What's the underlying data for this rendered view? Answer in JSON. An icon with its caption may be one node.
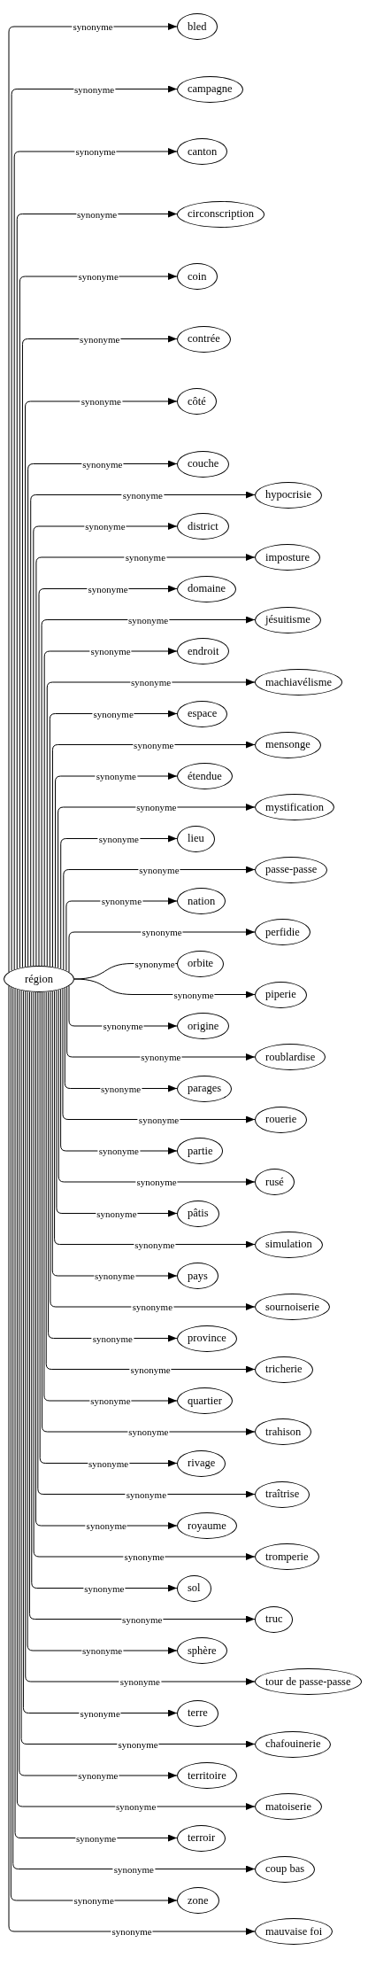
{
  "diagram": {
    "nodes": [
      {
        "text": [
          "région"
        ]
      },
      {
        "text": [
          "bled"
        ]
      },
      {
        "text": [
          "campagne"
        ]
      },
      {
        "text": [
          "canton"
        ]
      },
      {
        "text": [
          "circonscription"
        ]
      },
      {
        "text": [
          "coin"
        ]
      },
      {
        "text": [
          "contrée"
        ]
      },
      {
        "text": [
          "côté"
        ]
      },
      {
        "text": [
          "couche"
        ]
      },
      {
        "text": [
          "hypocrisie"
        ]
      },
      {
        "text": [
          "district"
        ]
      },
      {
        "text": [
          "imposture"
        ]
      },
      {
        "text": [
          "domaine"
        ]
      },
      {
        "text": [
          "jésuitisme"
        ]
      },
      {
        "text": [
          "endroit"
        ]
      },
      {
        "text": [
          "machiavélisme"
        ]
      },
      {
        "text": [
          "espace"
        ]
      },
      {
        "text": [
          "mensonge"
        ]
      },
      {
        "text": [
          "étendue"
        ]
      },
      {
        "text": [
          "mystification"
        ]
      },
      {
        "text": [
          "lieu"
        ]
      },
      {
        "text": [
          "passe-passe"
        ]
      },
      {
        "text": [
          "nation"
        ]
      },
      {
        "text": [
          "perfidie"
        ]
      },
      {
        "text": [
          "orbite"
        ]
      },
      {
        "text": [
          "piperie"
        ]
      },
      {
        "text": [
          "origine"
        ]
      },
      {
        "text": [
          "roublardise"
        ]
      },
      {
        "text": [
          "parages"
        ]
      },
      {
        "text": [
          "rouerie"
        ]
      },
      {
        "text": [
          "partie"
        ]
      },
      {
        "text": [
          "rusé"
        ]
      },
      {
        "text": [
          "pâtis"
        ]
      },
      {
        "text": [
          "simulation"
        ]
      },
      {
        "text": [
          "pays"
        ]
      },
      {
        "text": [
          "sournoiserie"
        ]
      },
      {
        "text": [
          "province"
        ]
      },
      {
        "text": [
          "tricherie"
        ]
      },
      {
        "text": [
          "quartier"
        ]
      },
      {
        "text": [
          "trahison"
        ]
      },
      {
        "text": [
          "rivage"
        ]
      },
      {
        "text": [
          "traîtrise"
        ]
      },
      {
        "text": [
          "royaume"
        ]
      },
      {
        "text": [
          "tromperie"
        ]
      },
      {
        "text": [
          "sol"
        ]
      },
      {
        "text": [
          "truc"
        ]
      },
      {
        "text": [
          "sphère"
        ]
      },
      {
        "text": [
          "tour de passe-passe"
        ]
      },
      {
        "text": [
          "terre"
        ]
      },
      {
        "text": [
          "chafouinerie"
        ]
      },
      {
        "text": [
          "territoire"
        ]
      },
      {
        "text": [
          "matoiserie"
        ]
      },
      {
        "text": [
          "terroir"
        ]
      },
      {
        "text": [
          "coup bas"
        ]
      },
      {
        "text": [
          "zone"
        ]
      },
      {
        "text": [
          "mauvaise foi"
        ]
      }
    ],
    "edges": [
      {
        "from": 0,
        "to": 1,
        "arrow": "to",
        "label": "synonyme"
      },
      {
        "from": 0,
        "to": 2,
        "arrow": "to",
        "label": "synonyme"
      },
      {
        "from": 0,
        "to": 3,
        "arrow": "to",
        "label": "synonyme"
      },
      {
        "from": 0,
        "to": 4,
        "arrow": "to",
        "label": "synonyme"
      },
      {
        "from": 0,
        "to": 5,
        "arrow": "to",
        "label": "synonyme"
      },
      {
        "from": 0,
        "to": 6,
        "arrow": "to",
        "label": "synonyme"
      },
      {
        "from": 0,
        "to": 7,
        "arrow": "to",
        "label": "synonyme"
      },
      {
        "from": 0,
        "to": 8,
        "arrow": "to",
        "label": "synonyme"
      },
      {
        "from": 0,
        "to": 9,
        "arrow": "to",
        "label": "synonyme"
      },
      {
        "from": 0,
        "to": 10,
        "arrow": "to",
        "label": "synonyme"
      },
      {
        "from": 0,
        "to": 11,
        "arrow": "to",
        "label": "synonyme"
      },
      {
        "from": 0,
        "to": 12,
        "arrow": "to",
        "label": "synonyme"
      },
      {
        "from": 0,
        "to": 13,
        "arrow": "to",
        "label": "synonyme"
      },
      {
        "from": 0,
        "to": 14,
        "arrow": "to",
        "label": "synonyme"
      },
      {
        "from": 0,
        "to": 15,
        "arrow": "to",
        "label": "synonyme"
      },
      {
        "from": 0,
        "to": 16,
        "arrow": "to",
        "label": "synonyme"
      },
      {
        "from": 0,
        "to": 17,
        "arrow": "to",
        "label": "synonyme"
      },
      {
        "from": 0,
        "to": 18,
        "arrow": "to",
        "label": "synonyme"
      },
      {
        "from": 0,
        "to": 19,
        "arrow": "to",
        "label": "synonyme"
      },
      {
        "from": 0,
        "to": 20,
        "arrow": "to",
        "label": "synonyme"
      },
      {
        "from": 0,
        "to": 21,
        "arrow": "to",
        "label": "synonyme"
      },
      {
        "from": 0,
        "to": 22,
        "arrow": "to",
        "label": "synonyme"
      },
      {
        "from": 0,
        "to": 23,
        "arrow": "to",
        "label": "synonyme"
      },
      {
        "from": 0,
        "to": 24,
        "arrow": "to",
        "label": "synonyme"
      },
      {
        "from": 0,
        "to": 25,
        "arrow": "to",
        "label": "synonyme"
      },
      {
        "from": 0,
        "to": 26,
        "arrow": "to",
        "label": "synonyme"
      },
      {
        "from": 0,
        "to": 27,
        "arrow": "to",
        "label": "synonyme"
      },
      {
        "from": 0,
        "to": 28,
        "arrow": "to",
        "label": "synonyme"
      },
      {
        "from": 0,
        "to": 29,
        "arrow": "to",
        "label": "synonyme"
      },
      {
        "from": 0,
        "to": 30,
        "arrow": "to",
        "label": "synonyme"
      },
      {
        "from": 0,
        "to": 31,
        "arrow": "to",
        "label": "synonyme"
      },
      {
        "from": 0,
        "to": 32,
        "arrow": "to",
        "label": "synonyme"
      },
      {
        "from": 0,
        "to": 33,
        "arrow": "to",
        "label": "synonyme"
      },
      {
        "from": 0,
        "to": 34,
        "arrow": "to",
        "label": "synonyme"
      },
      {
        "from": 0,
        "to": 35,
        "arrow": "to",
        "label": "synonyme"
      },
      {
        "from": 0,
        "to": 36,
        "arrow": "to",
        "label": "synonyme"
      },
      {
        "from": 0,
        "to": 37,
        "arrow": "to",
        "label": "synonyme"
      },
      {
        "from": 0,
        "to": 38,
        "arrow": "to",
        "label": "synonyme"
      },
      {
        "from": 0,
        "to": 39,
        "arrow": "to",
        "label": "synonyme"
      },
      {
        "from": 0,
        "to": 40,
        "arrow": "to",
        "label": "synonyme"
      },
      {
        "from": 0,
        "to": 41,
        "arrow": "to",
        "label": "synonyme"
      },
      {
        "from": 0,
        "to": 42,
        "arrow": "to",
        "label": "synonyme"
      },
      {
        "from": 0,
        "to": 43,
        "arrow": "to",
        "label": "synonyme"
      },
      {
        "from": 0,
        "to": 44,
        "arrow": "to",
        "label": "synonyme"
      },
      {
        "from": 0,
        "to": 45,
        "arrow": "to",
        "label": "synonyme"
      },
      {
        "from": 0,
        "to": 46,
        "arrow": "to",
        "label": "synonyme"
      },
      {
        "from": 0,
        "to": 47,
        "arrow": "to",
        "label": "synonyme"
      },
      {
        "from": 0,
        "to": 48,
        "arrow": "to",
        "label": "synonyme"
      },
      {
        "from": 0,
        "to": 49,
        "arrow": "to",
        "label": "synonyme"
      },
      {
        "from": 0,
        "to": 50,
        "arrow": "to",
        "label": "synonyme"
      },
      {
        "from": 0,
        "to": 51,
        "arrow": "to",
        "label": "synonyme"
      },
      {
        "from": 0,
        "to": 52,
        "arrow": "to",
        "label": "synonyme"
      },
      {
        "from": 0,
        "to": 53,
        "arrow": "to",
        "label": "synonyme"
      },
      {
        "from": 0,
        "to": 54,
        "arrow": "to",
        "label": "synonyme"
      },
      {
        "from": 0,
        "to": 55,
        "arrow": "to",
        "label": "synonyme"
      }
    ]
  }
}
